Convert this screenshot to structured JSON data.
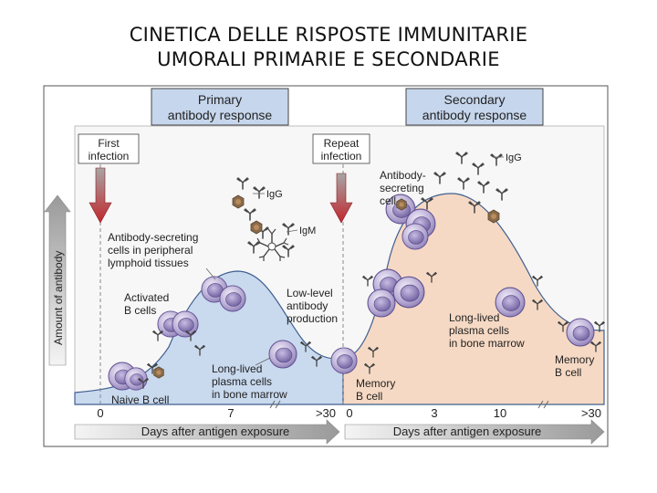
{
  "slide": {
    "title_line1": "CINETICA DELLE RISPOSTE IMMUNITARIE",
    "title_line2": "UMORALI PRIMARIE E SECONDARIE"
  },
  "figure": {
    "primary_box": [
      "Primary",
      "antibody response"
    ],
    "secondary_box": [
      "Secondary",
      "antibody response"
    ],
    "first_infection": [
      "First",
      "infection"
    ],
    "repeat_infection": [
      "Repeat",
      "infection"
    ],
    "y_axis_label": "Amount of antibody",
    "x_axis_label": "Days after antigen exposure",
    "primary_ticks": [
      "0",
      "7",
      ">30"
    ],
    "secondary_ticks": [
      "0",
      "3",
      "10",
      ">30"
    ],
    "labels": {
      "igg_left": "IgG",
      "igm": "IgM",
      "igg_right": "IgG",
      "asc_peripheral": [
        "Antibody-secreting",
        "cells in peripheral",
        "lymphoid tissues"
      ],
      "activated_b": [
        "Activated",
        "B cells"
      ],
      "low_level": [
        "Low-level",
        "antibody",
        "production"
      ],
      "naive_b": "Naive B cell",
      "long_lived_left": [
        "Long-lived",
        "plasma cells",
        "in bone marrow"
      ],
      "memory_b_mid": [
        "Memory",
        "B cell"
      ],
      "asc_right": [
        "Antibody-",
        "secreting",
        "cell"
      ],
      "long_lived_right": [
        "Long-lived",
        "plasma cells",
        "in bone marrow"
      ],
      "memory_b_right": [
        "Memory",
        "B cell"
      ]
    },
    "colors": {
      "primary_fill": "#c9d9ee",
      "secondary_fill": "#f6d9c4",
      "box_fill": "#c6d6ec",
      "cell_purple": "#a89ac8",
      "arrow_red": "#c0272d"
    }
  }
}
